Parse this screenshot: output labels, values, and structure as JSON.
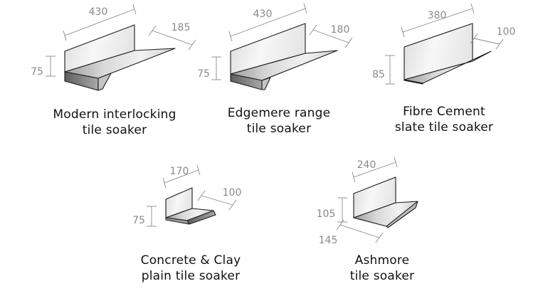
{
  "soakers": [
    {
      "id": "modern",
      "caption": [
        "Modern interlocking",
        "tile soaker"
      ],
      "dims": {
        "length": "430",
        "width": "185",
        "height": "75"
      }
    },
    {
      "id": "edgemere",
      "caption": [
        "Edgemere range",
        "tile soaker"
      ],
      "dims": {
        "length": "430",
        "width": "180",
        "height": "75"
      }
    },
    {
      "id": "fibre",
      "caption": [
        "Fibre Cement",
        "slate tile soaker"
      ],
      "dims": {
        "length": "380",
        "width": "100",
        "height": "85"
      }
    },
    {
      "id": "concrete",
      "caption": [
        "Concrete & Clay",
        "plain tile soaker"
      ],
      "dims": {
        "length": "170",
        "width": "100",
        "height": "75"
      }
    },
    {
      "id": "ashmore",
      "caption": [
        "Ashmore",
        "tile soaker"
      ],
      "dims": {
        "length": "240",
        "height": "105",
        "width": "145"
      }
    }
  ],
  "colors": {
    "stroke": "#1a1a1a",
    "dimension": "#8a8a8a",
    "fill_light": "#f4f4f4",
    "fill_mid": "#d9d9d9",
    "fill_dark": "#9a9a9a"
  }
}
